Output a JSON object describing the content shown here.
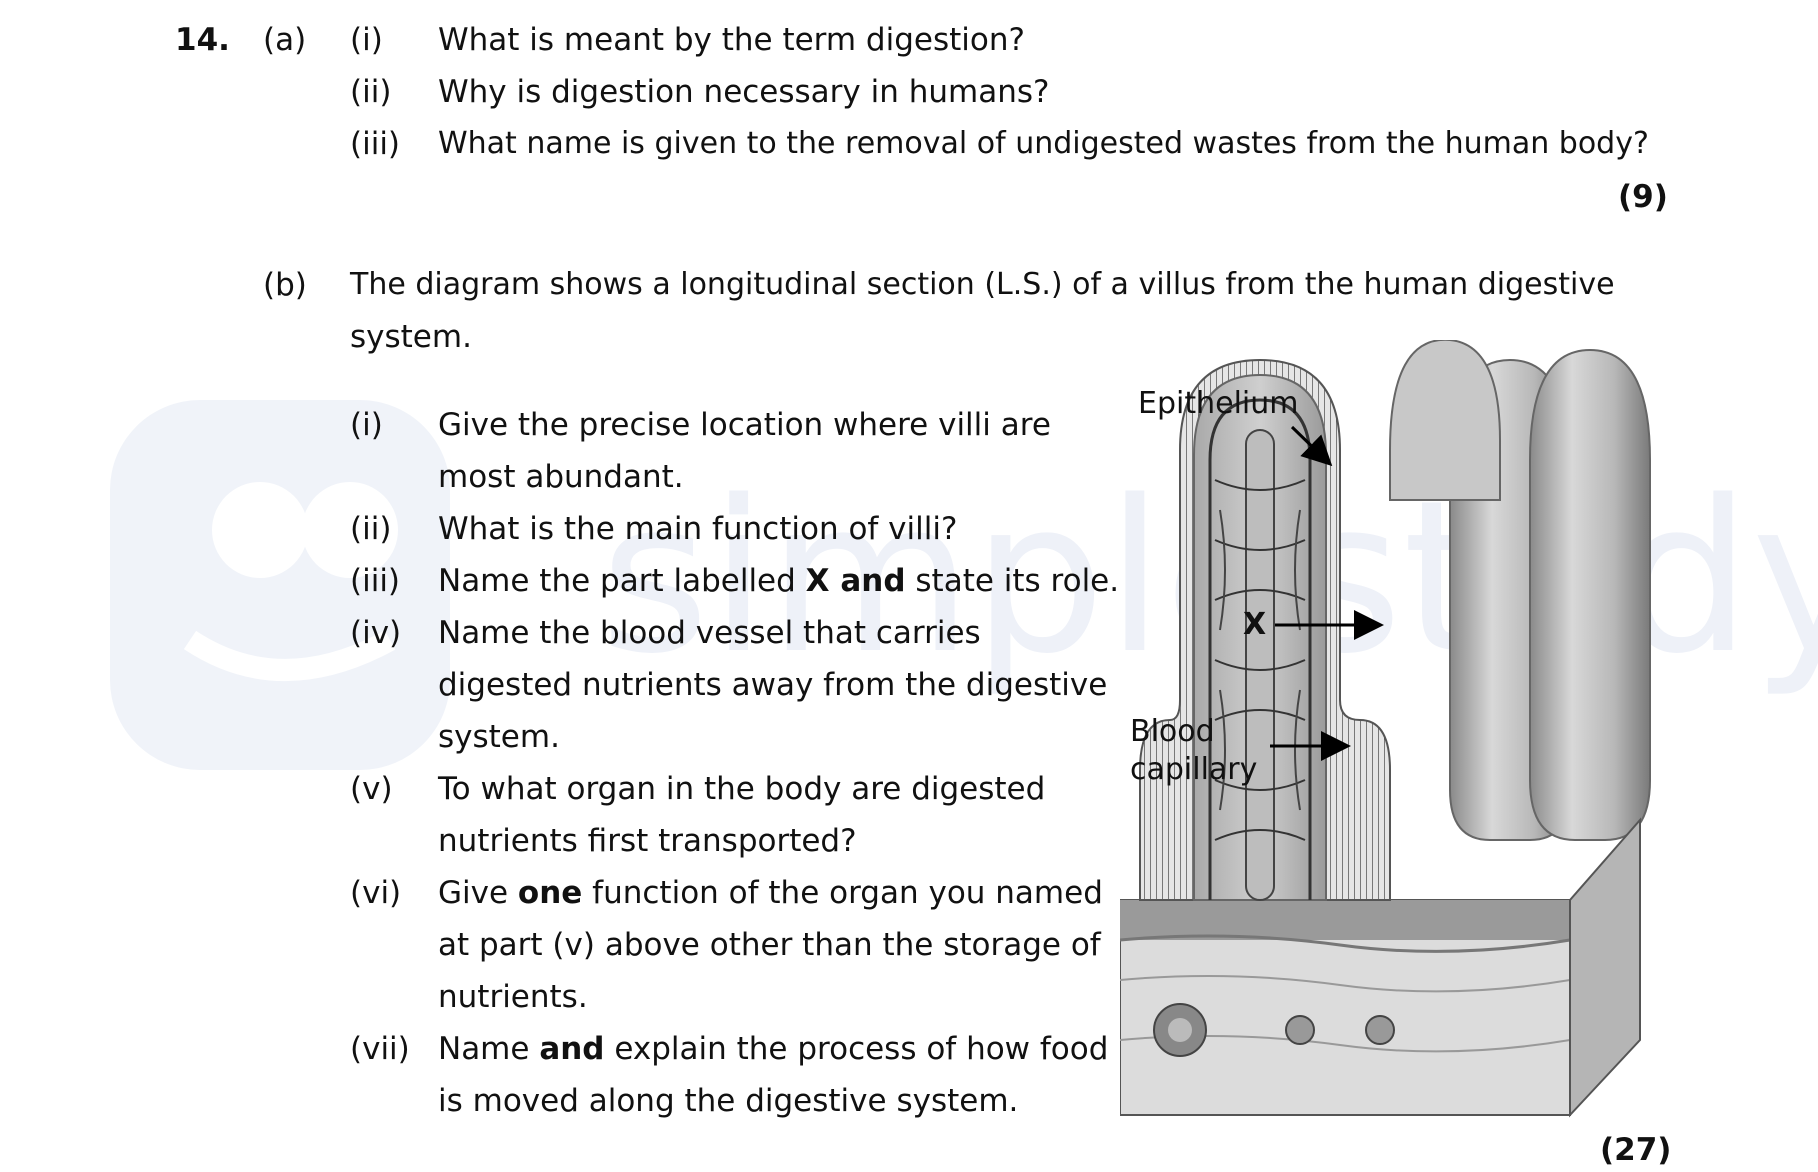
{
  "question": {
    "number": "14.",
    "part_a": {
      "label": "(a)",
      "items": [
        {
          "num": "(i)",
          "text": "What is meant by the term digestion?"
        },
        {
          "num": "(ii)",
          "text": "Why is digestion necessary in humans?"
        },
        {
          "num": "(iii)",
          "text": "What name is given to the removal of undigested wastes from the human body?"
        }
      ],
      "marks": "(9)"
    },
    "part_b": {
      "label": "(b)",
      "intro_line1": "The diagram shows a longitudinal section (L.S.) of a villus from the human digestive",
      "intro_line2": "system.",
      "items": [
        {
          "num": "(i)",
          "lines": [
            "Give the precise location where villi are",
            "most abundant."
          ]
        },
        {
          "num": "(ii)",
          "lines": [
            "What is the main function of villi?"
          ]
        },
        {
          "num": "(iii)",
          "pre": "Name the part labelled ",
          "bold": "X and",
          "post": " state its role."
        },
        {
          "num": "(iv)",
          "lines": [
            "Name the blood vessel that carries",
            "digested nutrients away from the digestive",
            "system."
          ]
        },
        {
          "num": "(v)",
          "lines": [
            "To what organ in the body are digested",
            "nutrients first transported?"
          ]
        },
        {
          "num": "(vi)",
          "pre": "Give ",
          "bold": "one",
          "post": " function of the organ you named",
          "lines": [
            "at part (v) above other than the storage of",
            "nutrients."
          ]
        },
        {
          "num": "(vii)",
          "pre": "Name ",
          "bold": "and",
          "post": " explain the process of how food",
          "lines": [
            "is moved along the digestive system."
          ]
        }
      ],
      "marks": "(27)"
    },
    "diagram": {
      "labels": {
        "epithelium": "Epithelium",
        "x": "X",
        "blood": "Blood",
        "capillary": "capillary"
      }
    }
  },
  "watermark": {
    "text": "simplestudy",
    "color": "#eef1f8"
  }
}
